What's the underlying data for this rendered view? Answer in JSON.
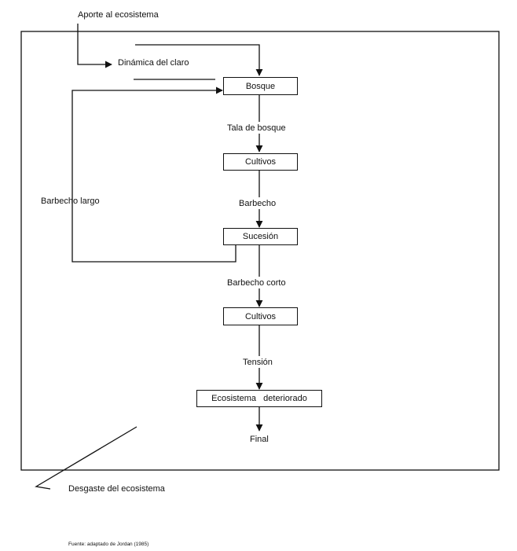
{
  "diagram": {
    "labels": {
      "aporte": "Aporte al ecosistema",
      "dinamica": "Dinámica del claro",
      "tala": "Tala de bosque",
      "barbecho_largo": "Barbecho largo",
      "barbecho": "Barbecho",
      "barbecho_corto": "Barbecho corto",
      "tension": "Tensión",
      "final": "Final",
      "desgaste": "Desgaste del ecosistema"
    },
    "boxes": {
      "bosque": "Bosque",
      "cultivos_1": "Cultivos",
      "sucesion": "Sucesión",
      "cultivos_2": "Cultivos",
      "ecosistema": "Ecosistema   deteriorado"
    },
    "source": "Fuente: adaptado de Jordan (1985)"
  }
}
